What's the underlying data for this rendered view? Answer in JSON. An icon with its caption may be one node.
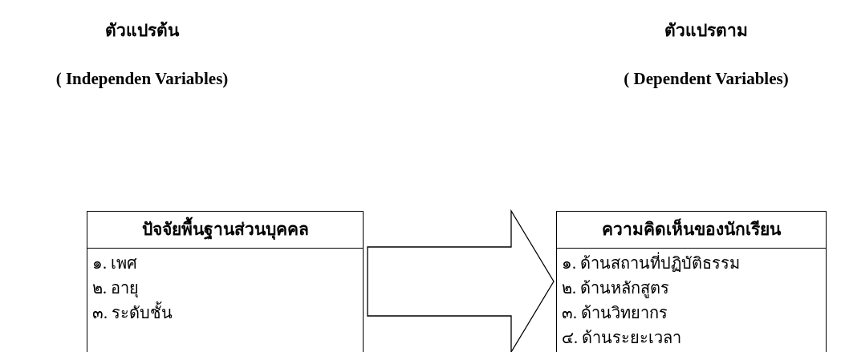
{
  "diagram": {
    "nodes": [
      {
        "text": [
          "ปัจจัยพื้นฐานส่วนบุคคล",
          "๑. เพศ",
          "๒. อายุ",
          "๓. ระดับชั้น"
        ]
      },
      {
        "text": [
          "ความคิดเห็นของนักเรียน",
          "๑. ด้านสถานที่ปฏิบัติธรรม",
          "๒. ด้านหลักสูตร",
          "๓. ด้านวิทยากร",
          "๔. ด้านระยะเวลา"
        ]
      }
    ],
    "edges": [
      {
        "from": 0,
        "to": 1,
        "arrow": "to"
      }
    ],
    "labels": [
      "ตัวแปรต้น",
      "ตัวแปรตาม",
      "( Independen Variables)",
      "( Dependent Variables)"
    ]
  }
}
